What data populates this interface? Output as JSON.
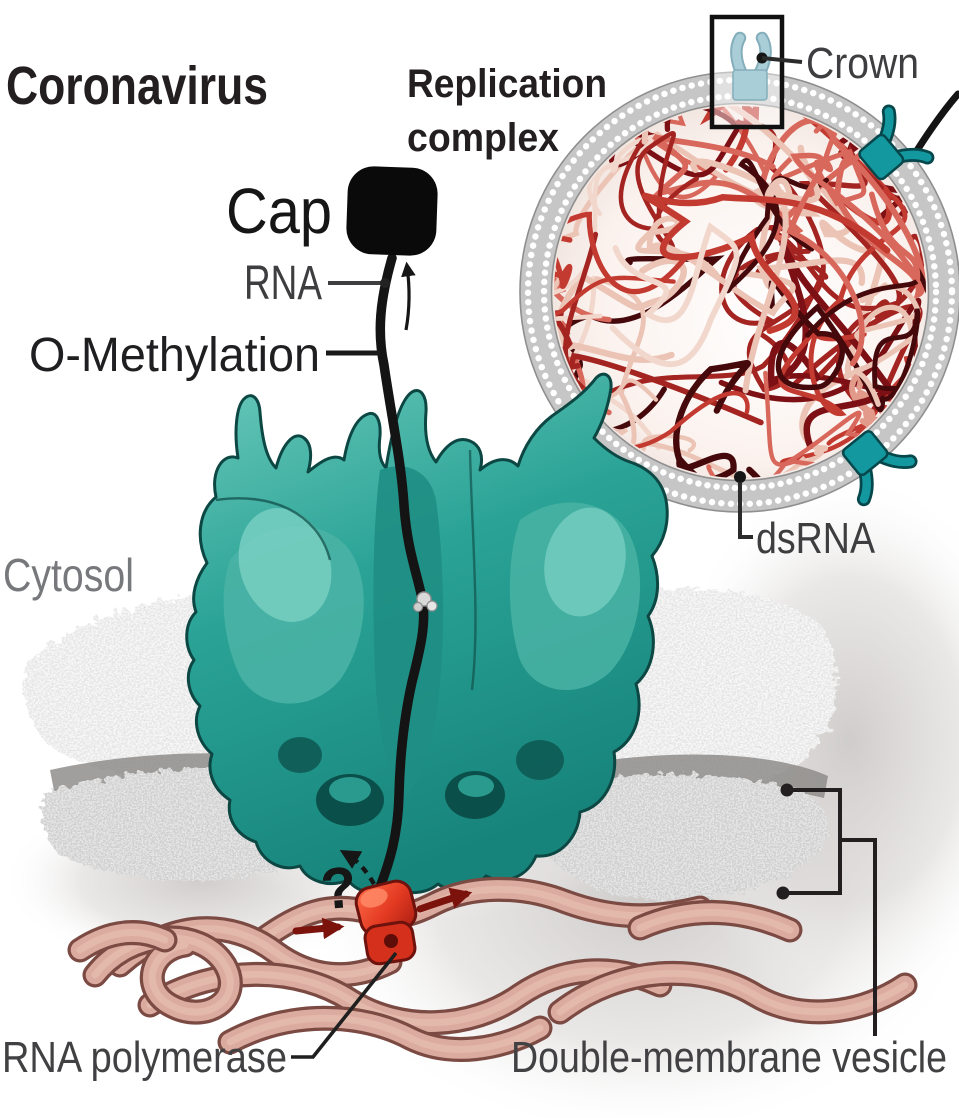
{
  "figure": {
    "title": "Coronavirus",
    "labels": {
      "replication_line1": "Replication",
      "replication_line2": "complex",
      "cap": "Cap",
      "rna": "RNA",
      "o_methylation": "O-Methylation",
      "cytosol": "Cytosol",
      "rna_polymerase": "RNA polymerase",
      "double_membrane_vesicle": "Double-membrane vesicle",
      "unknown_step": "?"
    },
    "inset": {
      "crown_label": "Crown",
      "dsrna_label": "dsRNA"
    },
    "colors": {
      "complex_teal": "#2aa396",
      "complex_outline": "#0d4743",
      "crown_teal": "#14989f",
      "crown_light": "#a9ced8",
      "cap_black": "#0a0a0a",
      "rna_black": "#141414",
      "polymerase_red": "#e23a22",
      "membrane_gray": "#c6c6c6",
      "pink_strand": "#dcab9f",
      "pink_strand_outline": "#7b4a43",
      "label_dark": "#414042",
      "cytosol_label_gray": "#77787b",
      "dsrna_palette": [
        "#f2d7cc",
        "#ecc4b6",
        "#e29a8b",
        "#d9685c",
        "#c33a31",
        "#a32420",
        "#7c1014",
        "#45090c"
      ]
    }
  }
}
